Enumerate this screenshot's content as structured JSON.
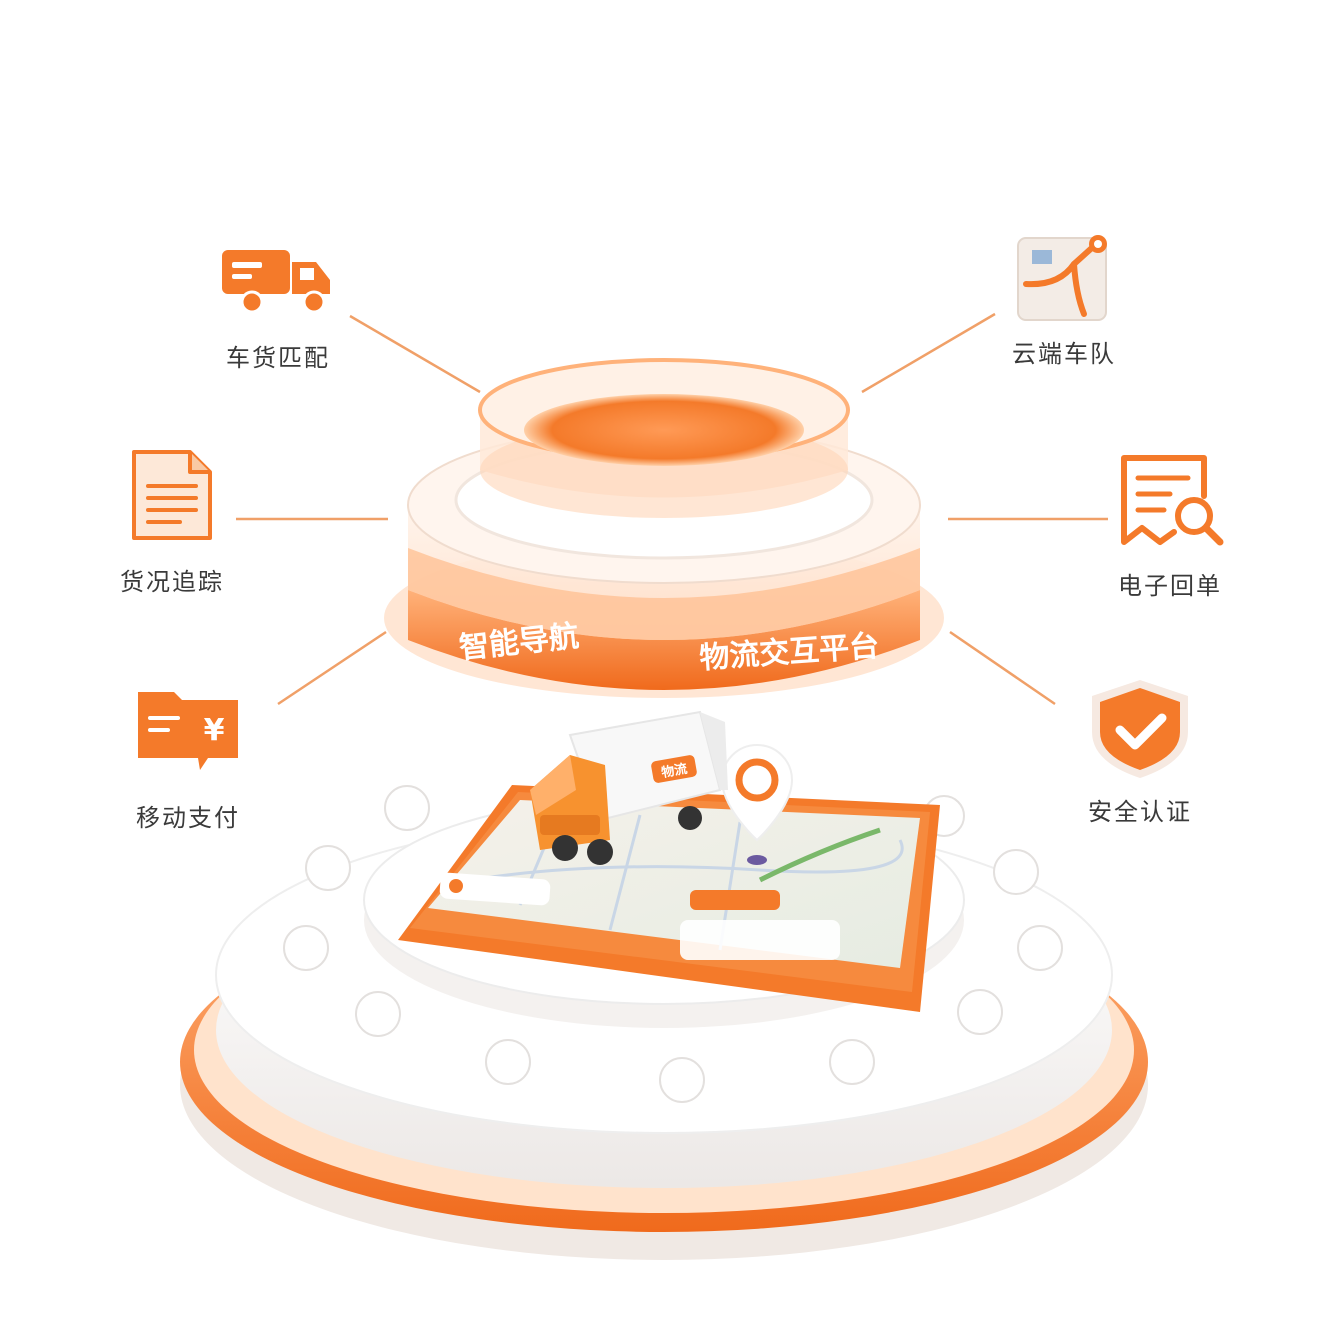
{
  "features": [
    {
      "id": "cargo-matching",
      "label": "车货匹配",
      "icon": "truck-icon"
    },
    {
      "id": "cloud-fleet",
      "label": "云端车队",
      "icon": "route-map-icon"
    },
    {
      "id": "cargo-tracking",
      "label": "货况追踪",
      "icon": "document-icon"
    },
    {
      "id": "e-receipt",
      "label": "电子回单",
      "icon": "receipt-search-icon"
    },
    {
      "id": "mobile-pay",
      "label": "移动支付",
      "icon": "wallet-icon"
    },
    {
      "id": "security-cert",
      "label": "安全认证",
      "icon": "shield-check-icon"
    }
  ],
  "platform": {
    "left_text": "智能导航",
    "right_text": "物流交互平台",
    "truck_badge": "物流"
  },
  "colors": {
    "accent": "#f47a2a",
    "accent_light": "#ffb27a",
    "text": "#3a3a3a",
    "line": "#f0a068"
  }
}
